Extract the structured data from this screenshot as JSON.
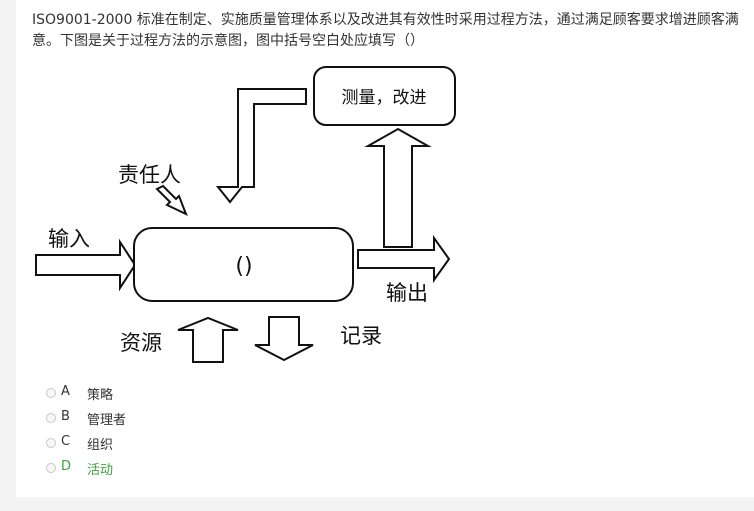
{
  "question": {
    "text": "ISO9001-2000 标准在制定、实施质量管理体系以及改进其有效性时采用过程方法，通过满足顾客要求增进顾客满意。下图是关于过程方法的示意图，图中括号空白处应填写（）"
  },
  "diagram": {
    "measure_box_label": "测量，改进",
    "responsible_label": "责任人",
    "input_label": "输入",
    "process_label": "()",
    "output_label": "输出",
    "resources_label": "资源",
    "records_label": "记录"
  },
  "options": [
    {
      "letter": "A",
      "text": "策略",
      "correct": false
    },
    {
      "letter": "B",
      "text": "管理者",
      "correct": false
    },
    {
      "letter": "C",
      "text": "组织",
      "correct": false
    },
    {
      "letter": "D",
      "text": "活动",
      "correct": true
    }
  ],
  "colors": {
    "correct": "#3ea23e",
    "text": "#333333"
  }
}
